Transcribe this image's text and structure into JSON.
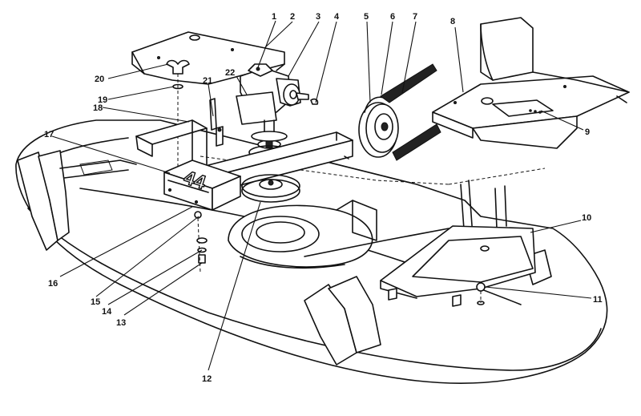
{
  "diagram": {
    "decal_text": "44",
    "callouts": [
      {
        "id": "1",
        "label": "1"
      },
      {
        "id": "2",
        "label": "2"
      },
      {
        "id": "3",
        "label": "3"
      },
      {
        "id": "4",
        "label": "4"
      },
      {
        "id": "5",
        "label": "5"
      },
      {
        "id": "6",
        "label": "6"
      },
      {
        "id": "7",
        "label": "7"
      },
      {
        "id": "8",
        "label": "8"
      },
      {
        "id": "9",
        "label": "9"
      },
      {
        "id": "10",
        "label": "10"
      },
      {
        "id": "11",
        "label": "11"
      },
      {
        "id": "12",
        "label": "12"
      },
      {
        "id": "13",
        "label": "13"
      },
      {
        "id": "14",
        "label": "14"
      },
      {
        "id": "15",
        "label": "15"
      },
      {
        "id": "16",
        "label": "16"
      },
      {
        "id": "17",
        "label": "17"
      },
      {
        "id": "18",
        "label": "18"
      },
      {
        "id": "19",
        "label": "19"
      },
      {
        "id": "20",
        "label": "20"
      },
      {
        "id": "21",
        "label": "21"
      },
      {
        "id": "22",
        "label": "22"
      }
    ]
  }
}
